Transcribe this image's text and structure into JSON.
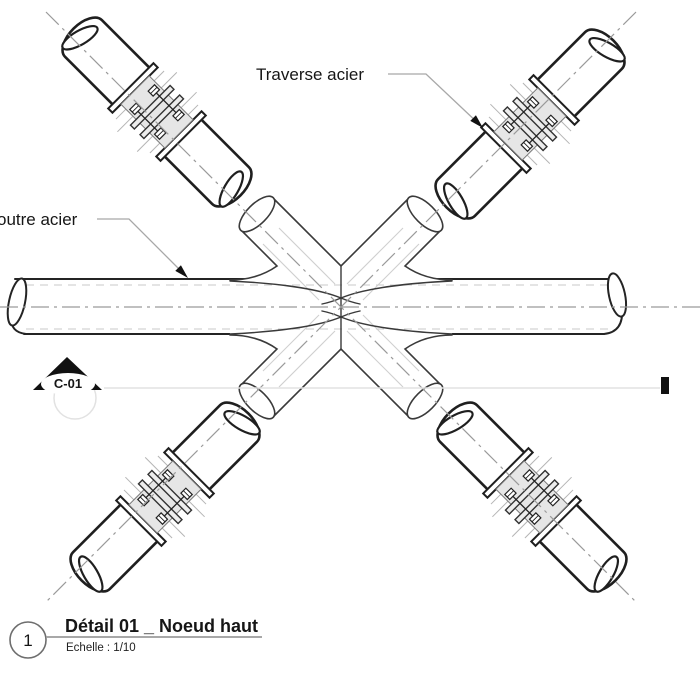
{
  "drawing": {
    "labels": {
      "traverse": "Traverse acier",
      "poutre": "outre acier"
    },
    "section_marker": {
      "label": "C-01"
    },
    "title_block": {
      "number": "1",
      "title": "Détail 01 _ Noeud haut",
      "scale": "Echelle : 1/10"
    },
    "colors": {
      "background": "#ffffff",
      "outline_dark": "#1f1f1f",
      "outline_medium": "#3a3a3a",
      "centerline_gray": "#9a9a9a",
      "hatch_gray": "#cfcfcf",
      "plate_fill": "#e6e6e6",
      "faint_ref": "#e2e2e2",
      "marker_black": "#111111"
    }
  }
}
